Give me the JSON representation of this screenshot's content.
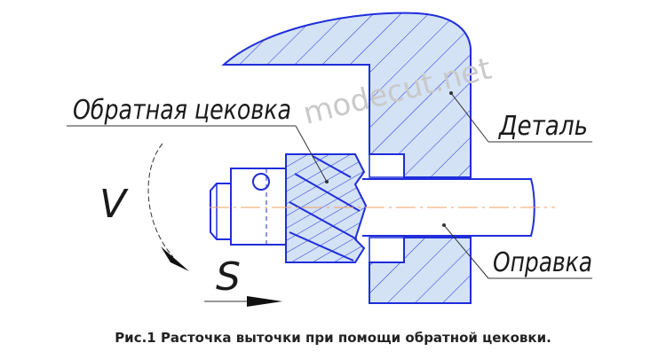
{
  "labels": {
    "reverse_counterbore": "Обратная цековка",
    "part": "Деталь",
    "mandrel": "Оправка",
    "speed": "V",
    "feed": "S"
  },
  "watermark": "modecut.net",
  "caption": "Рис.1 Расточка выточки при помощи обратной цековки.",
  "colors": {
    "outline": "#1f2ddb",
    "hatch_fill": "#d3e2f5",
    "centerline": "#f0a060",
    "leader": "#333333"
  }
}
